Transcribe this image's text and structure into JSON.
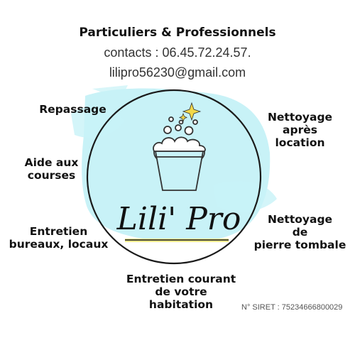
{
  "header": {
    "title": "Particuliers & Professionnels",
    "phone": "contacts : 06.45.72.24.57.",
    "email": "lilipro56230@gmail.com"
  },
  "logo": {
    "text": "Lili' Pro",
    "icon": "bucket-with-bubbles-icon",
    "splash_color": "#c8f2f7",
    "underline_color": "#f3ec8e"
  },
  "services": {
    "repassage": "Repassage",
    "aide_courses": [
      "Aide aux",
      "courses"
    ],
    "entretien_bureaux": [
      "Entretien",
      "bureaux, locaux"
    ],
    "nettoyage_location": [
      "Nettoyage",
      "après",
      "location"
    ],
    "nettoyage_pierre": [
      "Nettoyage",
      "de",
      "pierre tombale"
    ],
    "entretien_habitation": [
      "Entretien courant",
      "de votre",
      "habitation"
    ]
  },
  "footer": {
    "siret": "N° SIRET : 75234666800029"
  }
}
